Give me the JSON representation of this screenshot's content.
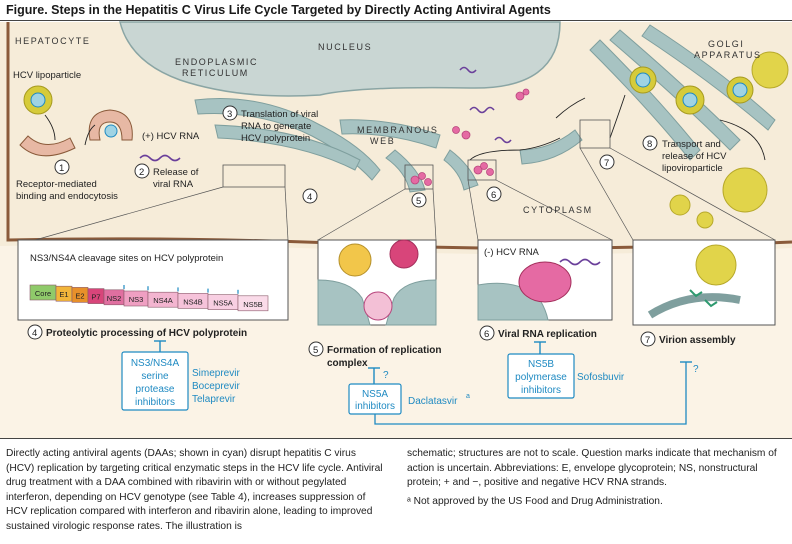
{
  "figure": {
    "title": "Figure. Steps in the Hepatitis C Virus Life Cycle Targeted by Directly Acting Antiviral Agents"
  },
  "regions": {
    "hepatocyte": "HEPATOCYTE",
    "nucleus": "NUCLEUS",
    "er_line1": "ENDOPLASMIC",
    "er_line2": "RETICULUM",
    "membranous_line1": "MEMBRANOUS",
    "membranous_line2": "WEB",
    "golgi_line1": "GOLGI",
    "golgi_line2": "APPARATUS",
    "cytoplasm": "CYTOPLASM"
  },
  "labels": {
    "lipoparticle": "HCV lipoparticle",
    "pos_rna": "(+) HCV RNA",
    "neg_rna": "(-) HCV RNA",
    "ns_cleavage_title": "NS3/NS4A cleavage sites on HCV polyprotein"
  },
  "polyprotein": [
    {
      "label": "Core",
      "color": "#8fca6a"
    },
    {
      "label": "E1",
      "color": "#f2b53a"
    },
    {
      "label": "E2",
      "color": "#e8902a"
    },
    {
      "label": "P7",
      "color": "#d8457a"
    },
    {
      "label": "NS2",
      "color": "#e06fa0"
    },
    {
      "label": "NS3",
      "color": "#ef9fc2"
    },
    {
      "label": "NS4A",
      "color": "#f3b5d0"
    },
    {
      "label": "NS4B",
      "color": "#f6c3da"
    },
    {
      "label": "NS5A",
      "color": "#f8cfe2"
    },
    {
      "label": "NS5B",
      "color": "#fadbe9"
    }
  ],
  "steps": [
    {
      "num": "1",
      "line1": "Receptor-mediated",
      "line2": "binding and endocytosis"
    },
    {
      "num": "2",
      "line1": "Release of",
      "line2": "viral RNA"
    },
    {
      "num": "3",
      "line1": "Translation of viral",
      "line2": "RNA to generate",
      "line3": "HCV polyprotein"
    },
    {
      "num": "4",
      "line1": "Proteolytic processing of HCV polyprotein"
    },
    {
      "num": "5",
      "line1": "Formation of replication",
      "line2": "complex"
    },
    {
      "num": "6",
      "line1": "Viral RNA replication"
    },
    {
      "num": "7",
      "line1": "Virion assembly"
    },
    {
      "num": "8",
      "line1": "Transport and",
      "line2": "release of HCV",
      "line3": "lipoviroparticle"
    }
  ],
  "drug_classes": [
    {
      "line1": "NS3/NS4A",
      "line2": "serine",
      "line3": "protease",
      "line4": "inhibitors",
      "drugs": [
        "Simeprevir",
        "Boceprevir",
        "Telaprevir"
      ]
    },
    {
      "line1": "NS5A",
      "line2": "inhibitors",
      "drugs": [
        "Daclatasvir"
      ],
      "footnote": "a"
    },
    {
      "line1": "NS5B",
      "line2": "polymerase",
      "line3": "inhibitors",
      "drugs": [
        "Sofosbuvir"
      ]
    }
  ],
  "question_mark": "?",
  "colors": {
    "cyan": "#1f8ac2",
    "membrane": "#8a5a3a",
    "organelle": "#a7c3c2",
    "cytoplasm": "#f6ecd9",
    "outside": "#fbf6ee",
    "rna": "#6a3f9a",
    "pink": "#e56aa3",
    "lipid": "#d6cb3a"
  },
  "caption": {
    "left": "Directly acting antiviral agents (DAAs; shown in cyan) disrupt hepatitis C virus (HCV) replication by targeting critical enzymatic steps in the HCV life cycle. Antiviral drug treatment with a DAA combined with ribavirin with or without pegylated interferon, depending on HCV genotype (see Table 4), increases suppression of HCV replication compared with interferon and ribavirin alone, leading to improved sustained virologic response rates. The illustration is",
    "right": "schematic; structures are not to scale. Question marks indicate that mechanism of action is uncertain. Abbreviations: E, envelope glycoprotein; NS, nonstructural protein; + and −, positive and negative HCV RNA strands.",
    "footnote": "ᵃ Not approved by the US Food and Drug Administration."
  }
}
